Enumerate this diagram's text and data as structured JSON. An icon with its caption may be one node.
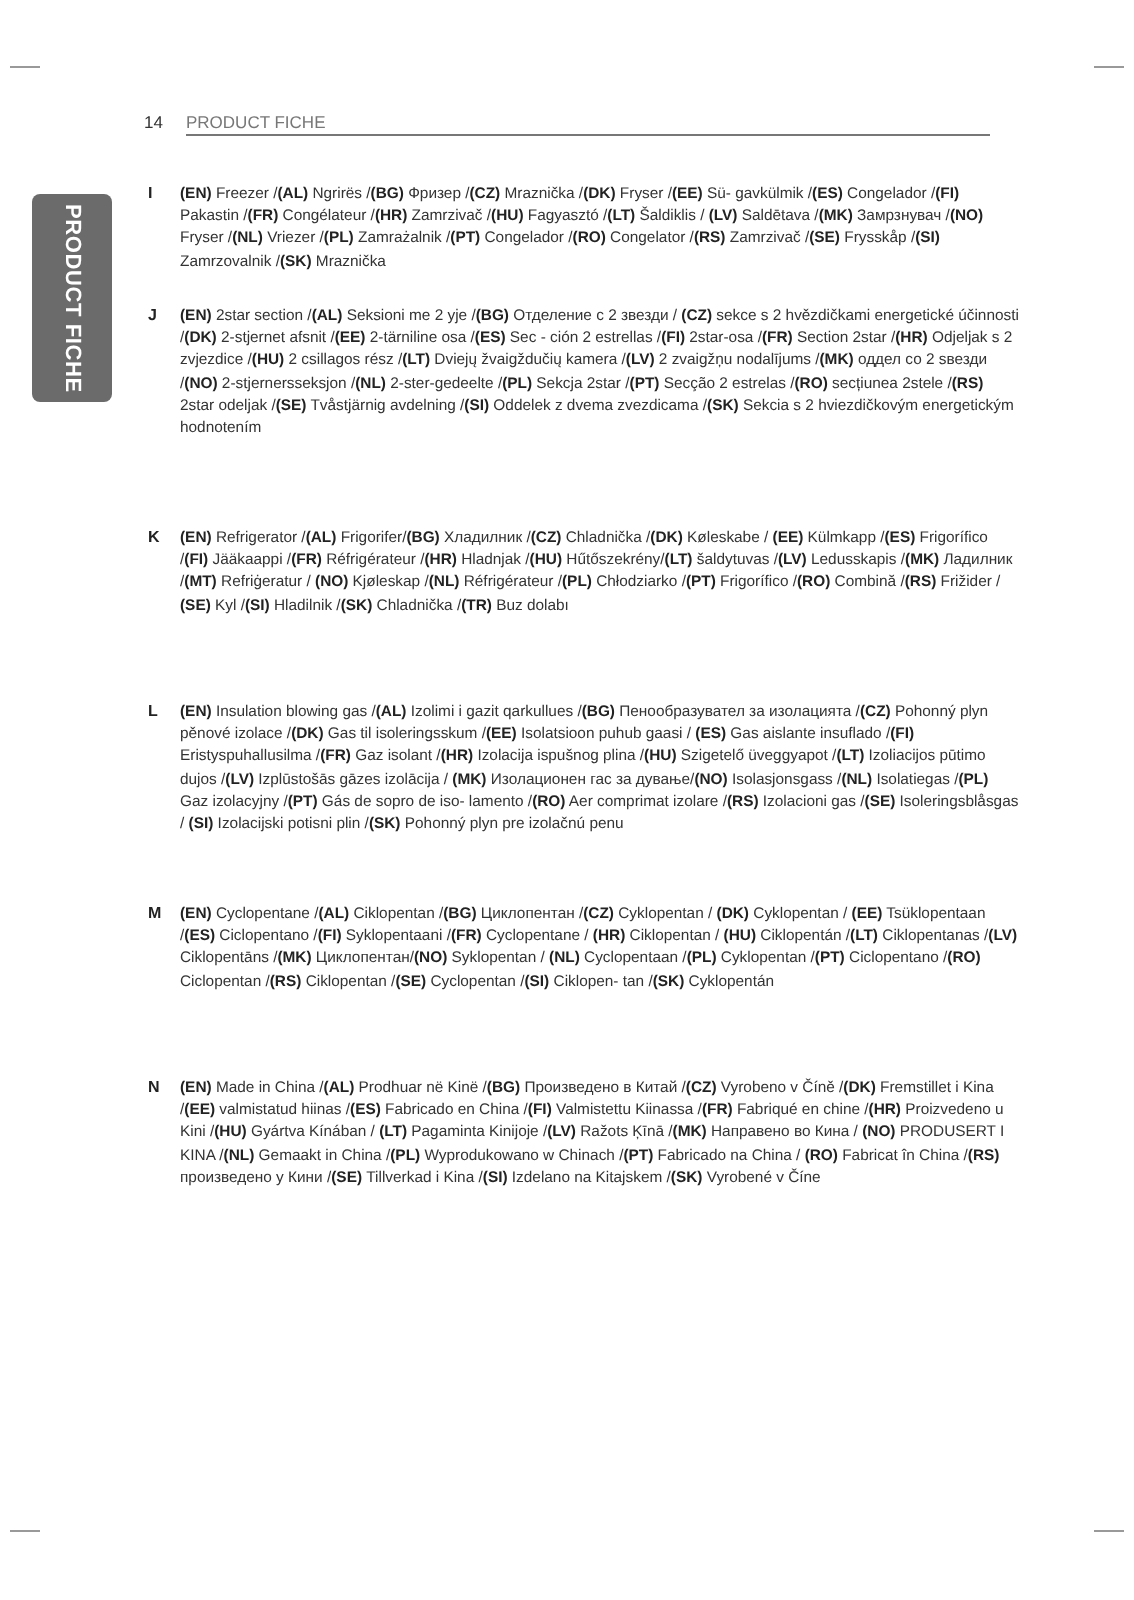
{
  "diagram": {
    "title": "PRODUCT FICHE",
    "labels": [
      "14",
      "PRODUCT FICHE",
      "I",
      "**(EN)** Freezer /**(AL)** Ngrirës /**(BG)** Фризер /**(CZ)** Mraznička /**(DK)** Fryser /**(EE)** Sü- gavkülmik /**(ES)** Congelador /**(FI)** Pakastin /**(FR)** Congélateur /**(HR)** Zamrzivač /**(HU)** Fagyasztó /**(LT)** Šaldiklis / **(LV)** Saldētava /**(MK)** Замрзнувач /**(NO)** Fryser /**(NL)** Vriezer /**(PL)** Zamrażalnik /**(PT)** Congelador /**(RO)** Congelator /**(RS)** Zamrzivač /**(SE)** Frysskåp /**(SI)** Zamrzovalnik /**(SK)** Mraznička",
      "J",
      "**(EN)** 2star section /**(AL)** Seksioni me 2 yje /**(BG)** Отделение с 2 звезди / **(CZ)** sekce s 2 hvězdičkami energetické účinnosti /**(DK)** 2-stjernet afsnit /**(EE)** 2-tärniline osa /**(ES)** Sec - ción 2 estrellas /**(FI)** 2star-osa /**(FR)** Section 2star /**(HR)** Odjeljak s 2 zvjezdice /**(HU)** 2 csillagos rész /**(LT)** Dviejų žvaigždučių kamera /**(LV)** 2 zvaigžņu nodalījums /**(MK)** оддел со 2 ѕвезди /**(NO)** 2-stjernersseksjon /**(NL)** 2-ster-gedeelte /**(PL)** Sekcja 2star /**(PT)** Secção 2 estrelas /**(RO)** secțiunea 2stele /**(RS)** 2star odeljak /**(SE)** Tvåstjärnig avdelning /**(SI)** Oddelek z dvema zvezdicama /**(SK)** Sekcia s 2 hviezdičkovým energetickým hodnotením",
      "K",
      "**(EN)** Refrigerator /**(AL)** Frigorifer/**(BG)** Хладилник /**(CZ)** Chladnička /**(DK)** Køleskabe / **(EE)** Külmkapp /**(ES)** Frigorífico /**(FI)** Jääkaappi /**(FR)** Réfrigérateur /**(HR)** Hladnjak /**(HU)** Hűtőszekrény/**(LT)** šaldytuvas /**(LV)** Ledusskapis /**(MK)** Ладилник /**(MT)** Refriġeratur / **(NO)** Kjøleskap /**(NL)** Réfrigérateur /**(PL)** Chłodziarko /**(PT)** Frigorífico /**(RO)** Combină /**(RS)** Frižider / **(SE)** Kyl /**(SI)** Hladilnik /**(SK)** Chladnička /**(TR)** Buz dolabı",
      "L",
      "**(EN)** Insulation blowing gas /**(AL)** Izolimi i gazit qarkullues /**(BG)** Пенообразувател за изолацията /**(CZ)** Pohonný plyn pěnové izolace /**(DK)** Gas til isoleringsskum /**(EE)** Isolatsioon puhub gaasi / **(ES)** Gas aislante insuflado /**(FI)** Eristyspuhallusilma /**(FR)** Gaz isolant /**(HR)** Izolacija ispušnog plina /**(HU)** Szigetelő üveggyapot /**(LT)** Izoliacijos pūtimo dujos /**(LV)** Izplūstošās gāzes izolācija / **(MK)** Изолационен гас за дување/**(NO)** Isolasjonsgass /**(NL)** Isolatiegas /**(PL)** Gaz izolacyjny /**(PT)** Gás de sopro de iso- lamento /**(RO)** Aer comprimat izolare /**(RS)** Izolacioni gas /**(SE)** Isoleringsblåsgas / **(SI)** Izolacijski potisni plin /**(SK)** Pohonný plyn pre izolačnú penu",
      "M",
      "**(EN)** Cyclopentane /**(AL)** Ciklopentan /**(BG)** Циклопентан /**(CZ)** Cyklopentan / **(DK)** Cyklopentan / **(EE)** Tsüklopentaan /**(ES)** Ciclopentano /**(FI)** Syklopentaani /**(FR)** Cyclopentane / **(HR)** Ciklopentan / **(HU)** Ciklopentán /**(LT)** Ciklopentanas /**(LV)** Ciklopentāns /**(MK)** Циклопентан/**(NO)** Syklopentan / **(NL)** Cyclopentaan /**(PL)** Cyklopentan /**(PT)** Ciclopentano /**(RO)** Ciclopentan /**(RS)** Ciklopentan /**(SE)** Cyclopentan /**(SI)** Ciklopen- tan /**(SK)** Cyklopentán",
      "N",
      "**(EN)** Made in China /**(AL)** Prodhuar në Kinë /**(BG)** Произведено в Китай /**(CZ)** Vyrobeno v Číně /**(DK)** Fremstillet i Kina /**(EE)** valmistatud hiinas /**(ES)** Fabricado en China /**(FI)** Valmistettu Kiinassa /**(FR)** Fabriqué en chine /**(HR)** Proizvedeno u Kini /**(HU)** Gyártva Kínában / **(LT)** Pagaminta Kinijoje /**(LV)** Ražots Ķīnā /**(MK)** Направено во Кина / **(NO)** PRODUSERT I KINA /**(NL)** Gemaakt in China /**(PL)** Wyprodukowano w Chinach /**(PT)** Fabricado na China / **(RO)** Fabricat în China /**(RS)** произведено у Кини /**(SE)** Tillverkad i Kina /**(SI)** Izdelano na Kitajskem /**(SK)** Vyrobené v Číne"
    ]
  }
}
